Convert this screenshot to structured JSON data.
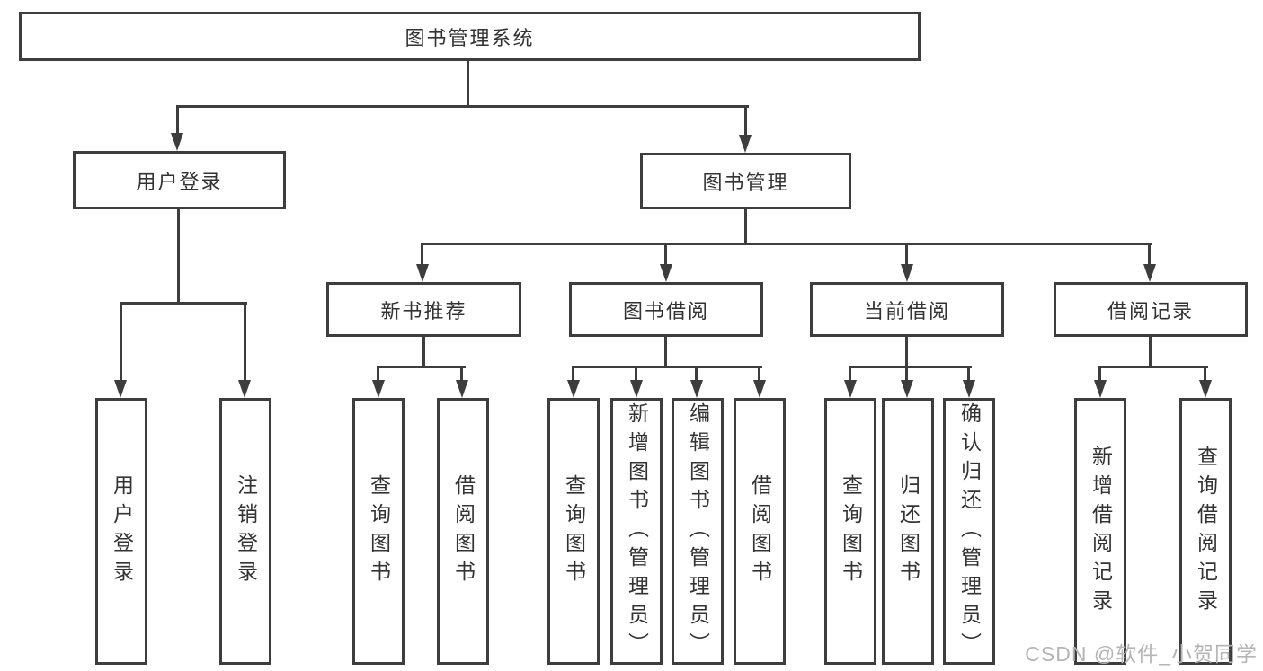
{
  "colors": {
    "line": "#3d3d3d",
    "box_border": "#3d3d3d",
    "text": "#333333",
    "background": "#ffffff",
    "watermark": "#b5b5b5"
  },
  "diagram": {
    "root": {
      "label": "图书管理系统"
    },
    "level2": [
      {
        "label": "用户登录",
        "leaves": [
          {
            "label": "用户登录"
          },
          {
            "label": "注销登录"
          }
        ]
      },
      {
        "label": "图书管理",
        "groups": [
          {
            "label": "新书推荐",
            "leaves": [
              {
                "label": "查询图书"
              },
              {
                "label": "借阅图书"
              }
            ]
          },
          {
            "label": "图书借阅",
            "leaves": [
              {
                "label": "查询图书"
              },
              {
                "label": "新增图书（管理员）"
              },
              {
                "label": "编辑图书（管理员）"
              },
              {
                "label": "借阅图书"
              }
            ]
          },
          {
            "label": "当前借阅",
            "leaves": [
              {
                "label": "查询图书"
              },
              {
                "label": "归还图书"
              },
              {
                "label": "确认归还（管理员）"
              }
            ]
          },
          {
            "label": "借阅记录",
            "leaves": [
              {
                "label": "新增借阅记录"
              },
              {
                "label": "查询借阅记录"
              }
            ]
          }
        ]
      }
    ]
  },
  "watermark": {
    "text": "CSDN @软件_小贺同学"
  }
}
